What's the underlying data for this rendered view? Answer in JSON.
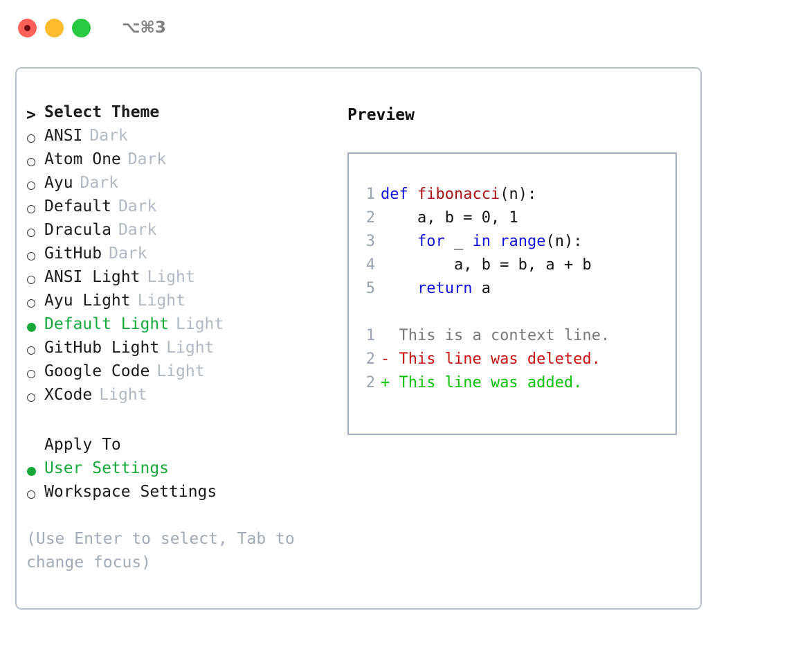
{
  "titlebar": {
    "shortcut": "⌥⌘3",
    "buttons": [
      {
        "name": "close",
        "color": "#ff6058"
      },
      {
        "name": "minimize",
        "color": "#febc2e"
      },
      {
        "name": "zoom",
        "color": "#26c940"
      }
    ]
  },
  "theme_picker": {
    "caret": ">",
    "heading": "Select Theme",
    "marker_selected": "●",
    "marker_unselected": "○",
    "items": [
      {
        "label": "ANSI",
        "tag": "Dark",
        "selected": false
      },
      {
        "label": "Atom One",
        "tag": "Dark",
        "selected": false
      },
      {
        "label": "Ayu",
        "tag": "Dark",
        "selected": false
      },
      {
        "label": "Default",
        "tag": "Dark",
        "selected": false
      },
      {
        "label": "Dracula",
        "tag": "Dark",
        "selected": false
      },
      {
        "label": "GitHub",
        "tag": "Dark",
        "selected": false
      },
      {
        "label": "ANSI Light",
        "tag": "Light",
        "selected": false
      },
      {
        "label": "Ayu Light",
        "tag": "Light",
        "selected": false
      },
      {
        "label": "Default Light",
        "tag": "Light",
        "selected": true
      },
      {
        "label": "GitHub Light",
        "tag": "Light",
        "selected": false
      },
      {
        "label": "Google Code",
        "tag": "Light",
        "selected": false
      },
      {
        "label": "XCode",
        "tag": "Light",
        "selected": false
      }
    ]
  },
  "apply_to": {
    "heading": "Apply To",
    "items": [
      {
        "label": "User Settings",
        "selected": true
      },
      {
        "label": "Workspace Settings",
        "selected": false
      }
    ]
  },
  "hint": "(Use Enter to select, Tab to change focus)",
  "preview": {
    "title": "Preview",
    "code_lines": [
      {
        "no": "1",
        "tokens": [
          {
            "t": "def ",
            "c": "kw"
          },
          {
            "t": "fibonacci",
            "c": "fn"
          },
          {
            "t": "(n):",
            "c": "plain"
          }
        ]
      },
      {
        "no": "2",
        "tokens": [
          {
            "t": "    a, b = 0, 1",
            "c": "plain"
          }
        ]
      },
      {
        "no": "3",
        "tokens": [
          {
            "t": "    ",
            "c": "plain"
          },
          {
            "t": "for",
            "c": "kw"
          },
          {
            "t": " _ ",
            "c": "plain"
          },
          {
            "t": "in",
            "c": "kw"
          },
          {
            "t": " ",
            "c": "plain"
          },
          {
            "t": "range",
            "c": "kw"
          },
          {
            "t": "(n):",
            "c": "plain"
          }
        ]
      },
      {
        "no": "4",
        "tokens": [
          {
            "t": "        a, b = b, a + b",
            "c": "plain"
          }
        ]
      },
      {
        "no": "5",
        "tokens": [
          {
            "t": "    ",
            "c": "plain"
          },
          {
            "t": "return",
            "c": "kw"
          },
          {
            "t": " a",
            "c": "plain"
          }
        ]
      }
    ],
    "diff_lines": [
      {
        "no": "1",
        "text": "  This is a context line.",
        "kind": "ctx"
      },
      {
        "no": "2",
        "text": "- This line was deleted.",
        "kind": "del"
      },
      {
        "no": "2",
        "text": "+ This line was added.",
        "kind": "add"
      }
    ]
  },
  "colors": {
    "accent_green": "#16a83a",
    "keyword_blue": "#1313e0",
    "function_red": "#a71414",
    "diff_delete": "#cc1111",
    "diff_add": "#07c307",
    "muted": "#b2b9c4",
    "border": "#b9c1cd"
  }
}
